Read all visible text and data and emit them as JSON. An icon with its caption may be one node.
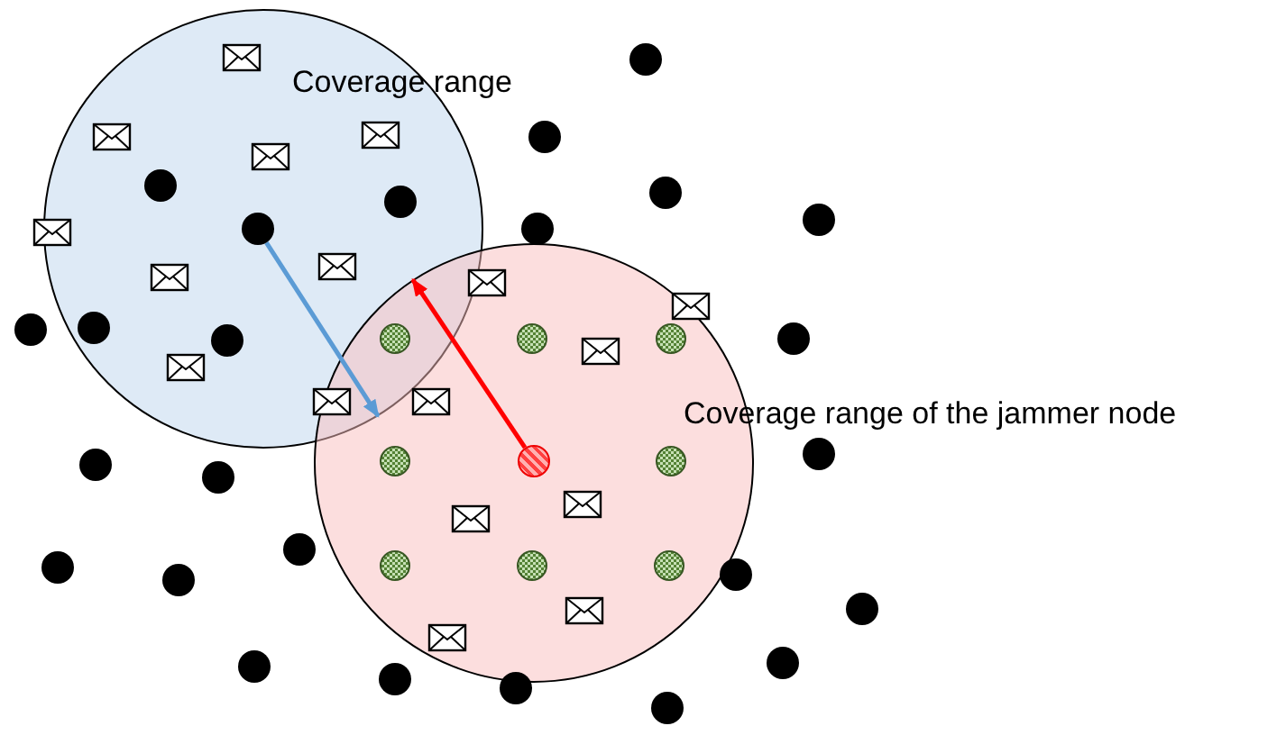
{
  "diagram": {
    "nodes": [
      {
        "text": [
          "Coverage range"
        ]
      },
      {
        "text": [
          "Coverage range of the jammer node"
        ]
      },
      {
        "text": [],
        "shape": "circle",
        "in": 0
      },
      {
        "text": [],
        "shape": "circle",
        "in": 1
      }
    ],
    "edges": [
      {
        "from": 2,
        "to": 0,
        "arrow": "to",
        "color": "#5b9bd5"
      },
      {
        "from": 3,
        "to": 1,
        "arrow": "to",
        "color": "#ff0000"
      }
    ]
  }
}
